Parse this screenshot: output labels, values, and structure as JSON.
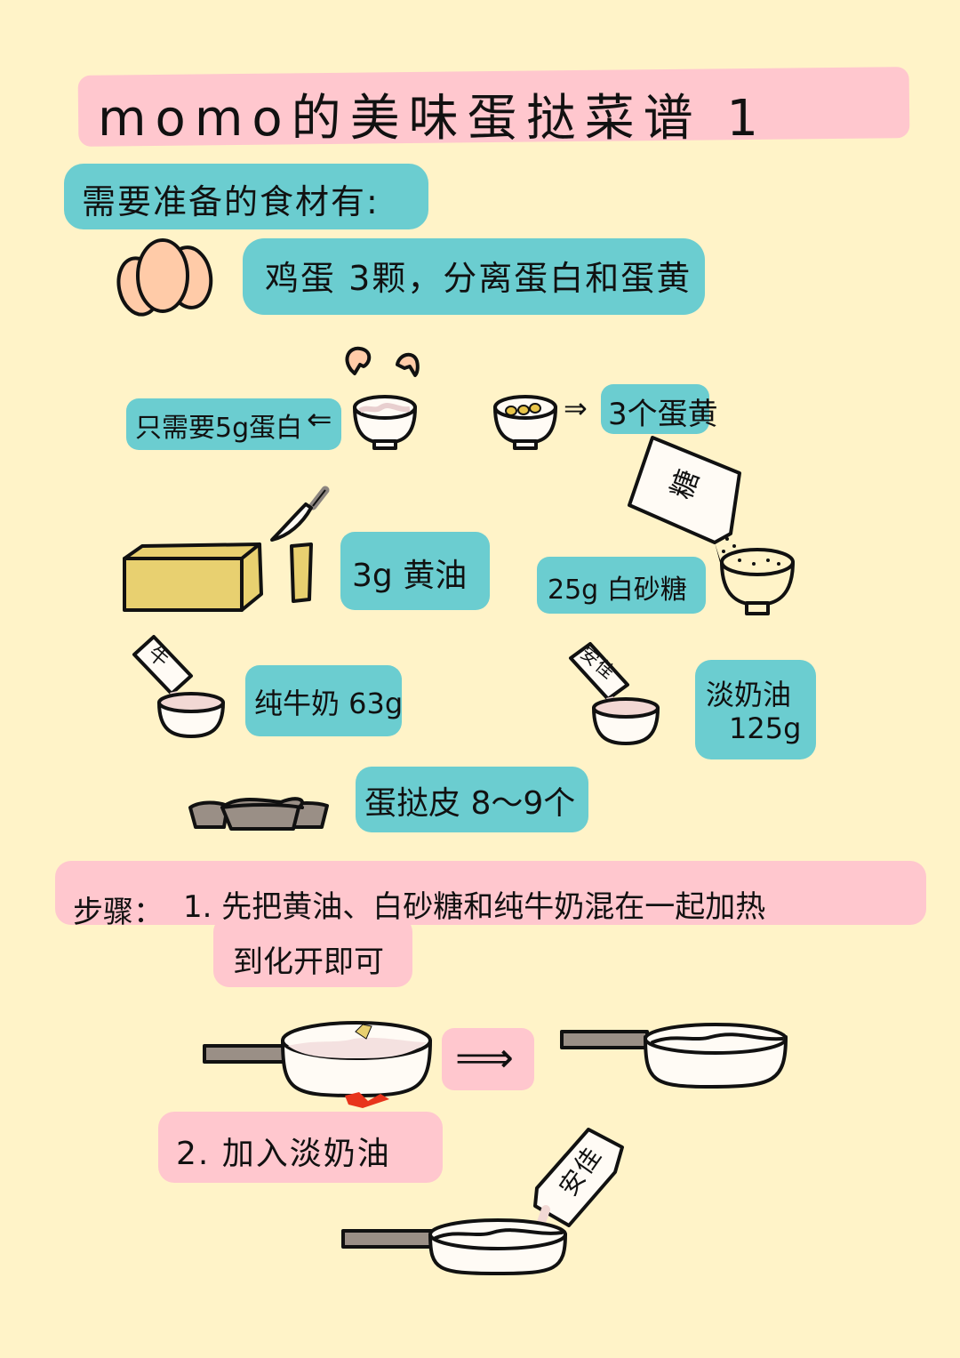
{
  "title": "momo的美味蛋挞菜谱 1",
  "ingredients": {
    "heading": "需要准备的食材有:",
    "eggs": "鸡蛋 3颗，分离蛋白和蛋黄",
    "egg_white_note": "只需要5g蛋白",
    "egg_yolk_note": "3个蛋黄",
    "butter": "3g 黄油",
    "sugar": "25g 白砂糖",
    "sugar_bag_label": "糖",
    "milk": "纯牛奶 63g",
    "milk_carton_label": "牛",
    "cream": "淡奶油 125g",
    "cream_line1": "淡奶油",
    "cream_line2": "125g",
    "cream_carton_label": "安佳",
    "tart_shells": "蛋挞皮 8～9个"
  },
  "steps": {
    "heading": "步骤：",
    "step1_line1": "1. 先把黄油、白砂糖和纯牛奶混在一起加热",
    "step1_line2": "到化开即可",
    "step2": "2. 加入淡奶油",
    "step2_carton_label": "安佳"
  },
  "colors": {
    "background": "#FFF3C8",
    "pink_highlight": "#FFC7CE",
    "teal_highlight": "#6BCDD0",
    "egg": "#FFCBA8",
    "butter": "#E8D070",
    "pan_handle": "#9A8F86",
    "flame": "#E8341C"
  }
}
